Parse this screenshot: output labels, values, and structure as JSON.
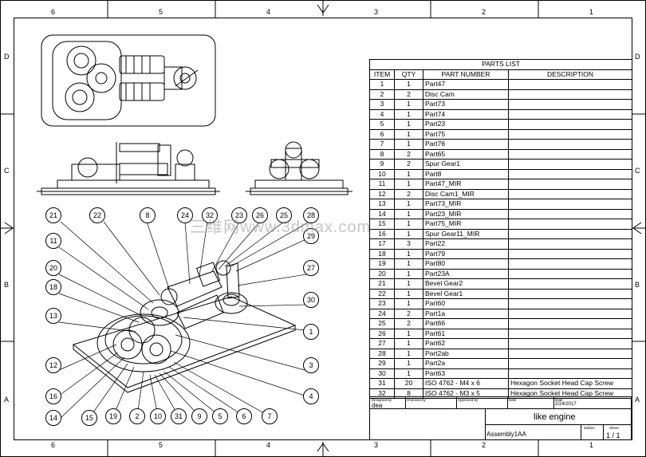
{
  "zones_top": [
    "6",
    "5",
    "4",
    "3",
    "2",
    "1"
  ],
  "zones_side": [
    "D",
    "C",
    "B",
    "A"
  ],
  "parts_list": {
    "title": "PARTS LIST",
    "headers": [
      "ITEM",
      "QTY",
      "PART NUMBER",
      "DESCRIPTION"
    ],
    "rows": [
      [
        "1",
        "1",
        "Part47",
        ""
      ],
      [
        "2",
        "2",
        "Disc Cam",
        ""
      ],
      [
        "3",
        "1",
        "Part73",
        ""
      ],
      [
        "4",
        "1",
        "Part74",
        ""
      ],
      [
        "5",
        "1",
        "Part23",
        ""
      ],
      [
        "6",
        "1",
        "Part75",
        ""
      ],
      [
        "7",
        "1",
        "Part76",
        ""
      ],
      [
        "8",
        "2",
        "Part65",
        ""
      ],
      [
        "9",
        "2",
        "Spur Gear1",
        ""
      ],
      [
        "10",
        "1",
        "Part8",
        ""
      ],
      [
        "11",
        "1",
        "Part47_MIR",
        ""
      ],
      [
        "12",
        "2",
        "Disc Cam1_MIR",
        ""
      ],
      [
        "13",
        "1",
        "Part73_MIR",
        ""
      ],
      [
        "14",
        "1",
        "Part23_MIR",
        ""
      ],
      [
        "15",
        "1",
        "Part75_MIR",
        ""
      ],
      [
        "16",
        "1",
        "Spur Gear11_MIR",
        ""
      ],
      [
        "17",
        "3",
        "Part22",
        ""
      ],
      [
        "18",
        "1",
        "Part79",
        ""
      ],
      [
        "19",
        "1",
        "Part80",
        ""
      ],
      [
        "20",
        "1",
        "Part23A",
        ""
      ],
      [
        "21",
        "1",
        "Bevel Gear2",
        ""
      ],
      [
        "22",
        "1",
        "Bevel Gear1",
        ""
      ],
      [
        "23",
        "1",
        "Part60",
        ""
      ],
      [
        "24",
        "2",
        "Part1a",
        ""
      ],
      [
        "25",
        "2",
        "Part66",
        ""
      ],
      [
        "26",
        "1",
        "Part61",
        ""
      ],
      [
        "27",
        "1",
        "Part62",
        ""
      ],
      [
        "28",
        "1",
        "Part2ab",
        ""
      ],
      [
        "29",
        "1",
        "Part2a",
        ""
      ],
      [
        "30",
        "1",
        "Part63",
        ""
      ],
      [
        "31",
        "20",
        "ISO 4762 - M4 x 6",
        "Hexagon Socket Head Cap Screw"
      ],
      [
        "32",
        "8",
        "ISO 4762 - M3 x 5",
        "Hexagon Socket Head Cap Screw"
      ]
    ]
  },
  "title_block": {
    "designed_by_label": "Designed by",
    "designed_by": "dea",
    "checked_by_label": "Checked by",
    "approved_by_label": "Approved by",
    "date_label": "Date",
    "date_label2": "Date",
    "date": "2/24/2017",
    "title": "like engine",
    "edition_label": "Edition",
    "sheet_label": "Sheet",
    "sheet": "1 / 1",
    "file": "Assembly1AA"
  },
  "watermark": "三维网www.3dmax.com",
  "balloons": [
    "21",
    "22",
    "8",
    "24",
    "32",
    "23",
    "26",
    "25",
    "28",
    "11",
    "29",
    "20",
    "27",
    "18",
    "30",
    "13",
    "1",
    "12",
    "3",
    "16",
    "4",
    "14",
    "15",
    "19",
    "2",
    "10",
    "31",
    "9",
    "5",
    "6",
    "7"
  ]
}
